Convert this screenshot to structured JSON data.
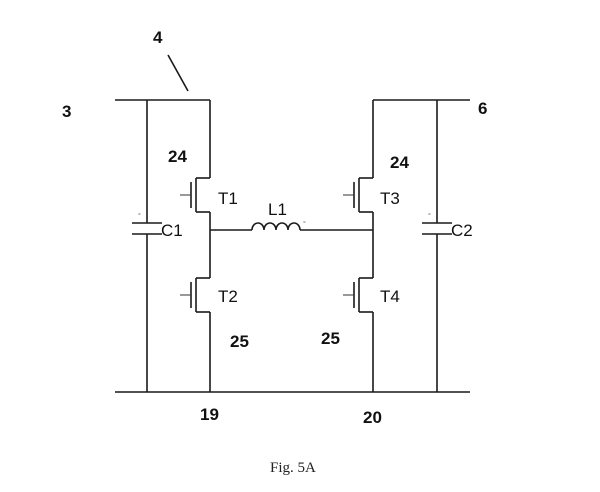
{
  "refs": {
    "r3": "3",
    "r4": "4",
    "r6": "6",
    "r24_left": "24",
    "r24_right": "24",
    "r25_left": "25",
    "r25_right": "25",
    "r19": "19",
    "r20": "20"
  },
  "components": {
    "t1": "T1",
    "t2": "T2",
    "t3": "T3",
    "t4": "T4",
    "l1": "L1",
    "c1": "C1",
    "c2": "C2",
    "polarity": "°"
  },
  "caption": "Fig. 5A"
}
